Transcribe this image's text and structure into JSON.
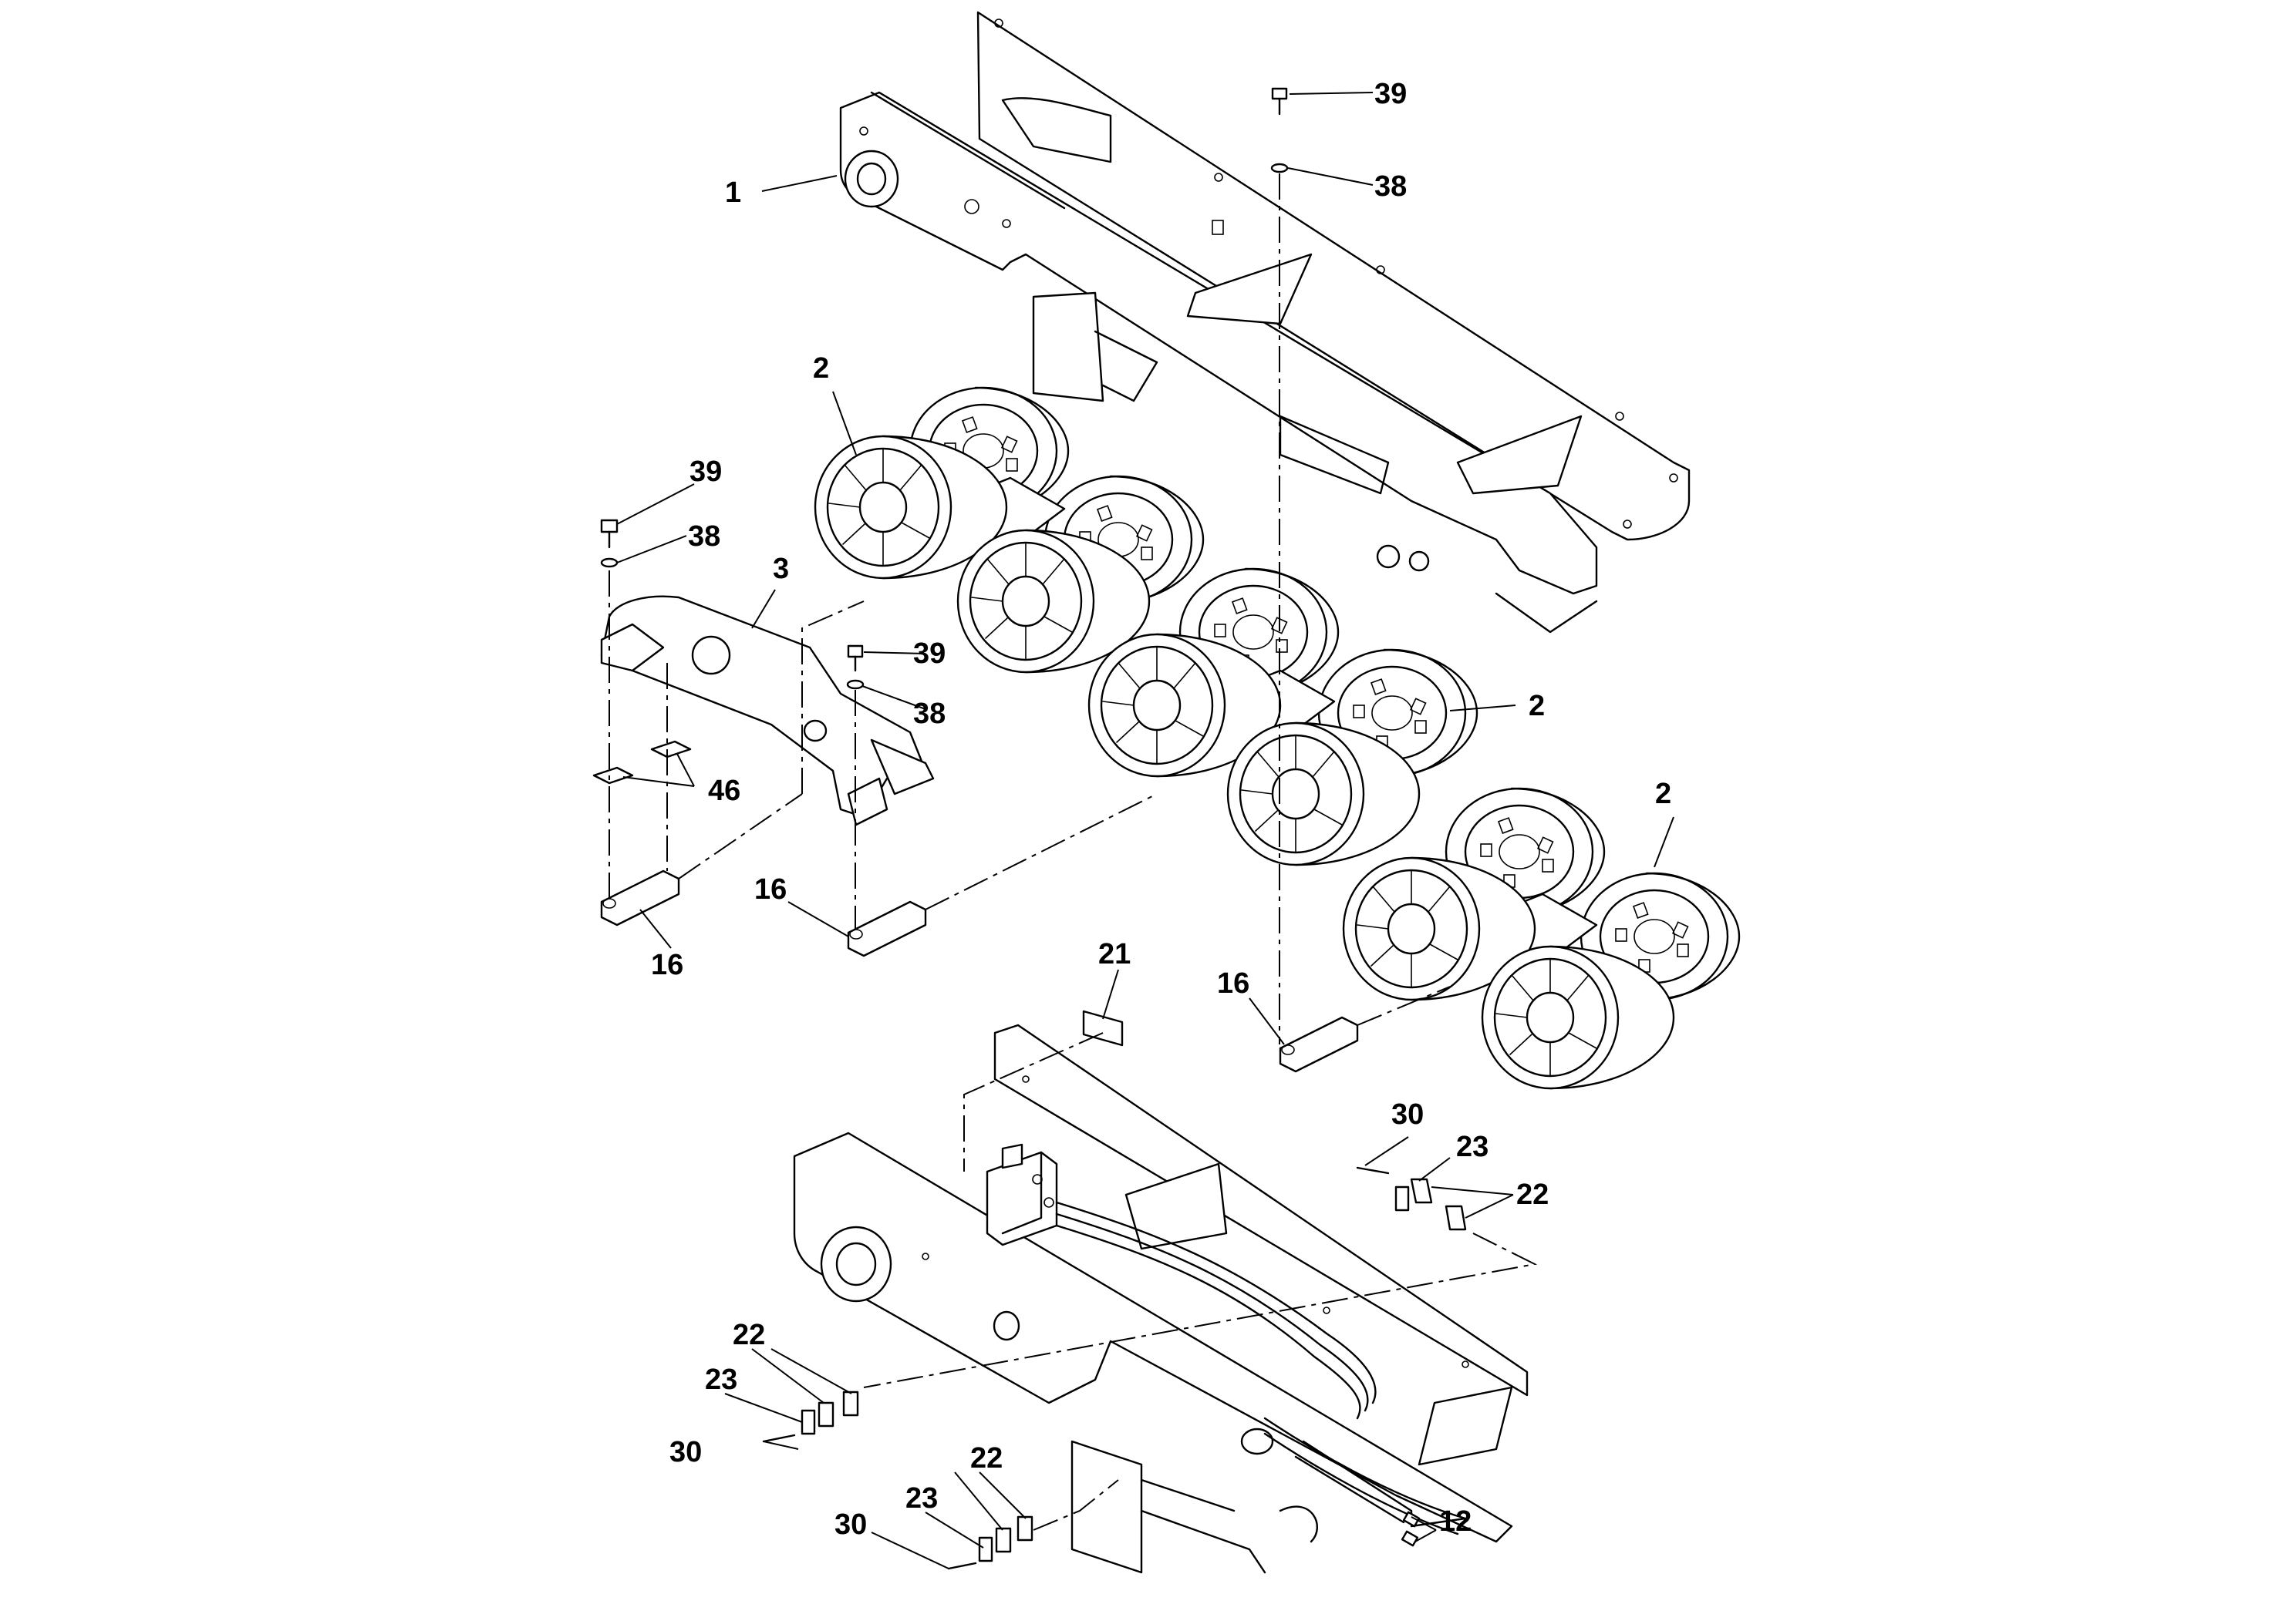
{
  "callouts": [
    {
      "id": "c1",
      "text": "1"
    },
    {
      "id": "c39a",
      "text": "39"
    },
    {
      "id": "c38a",
      "text": "38"
    },
    {
      "id": "c2a",
      "text": "2"
    },
    {
      "id": "c39b",
      "text": "39"
    },
    {
      "id": "c38b",
      "text": "38"
    },
    {
      "id": "c3",
      "text": "3"
    },
    {
      "id": "c39c",
      "text": "39"
    },
    {
      "id": "c38c",
      "text": "38"
    },
    {
      "id": "c46",
      "text": "46"
    },
    {
      "id": "c2b",
      "text": "2"
    },
    {
      "id": "c2c",
      "text": "2"
    },
    {
      "id": "c16a",
      "text": "16"
    },
    {
      "id": "c16b",
      "text": "16"
    },
    {
      "id": "c16c",
      "text": "16"
    },
    {
      "id": "c21",
      "text": "21"
    },
    {
      "id": "c30a",
      "text": "30"
    },
    {
      "id": "c23a",
      "text": "23"
    },
    {
      "id": "c22a",
      "text": "22"
    },
    {
      "id": "c22b",
      "text": "22"
    },
    {
      "id": "c23b",
      "text": "23"
    },
    {
      "id": "c30b",
      "text": "30"
    },
    {
      "id": "c22c",
      "text": "22"
    },
    {
      "id": "c23c",
      "text": "23"
    },
    {
      "id": "c30c",
      "text": "30"
    },
    {
      "id": "c12",
      "text": "12"
    }
  ]
}
